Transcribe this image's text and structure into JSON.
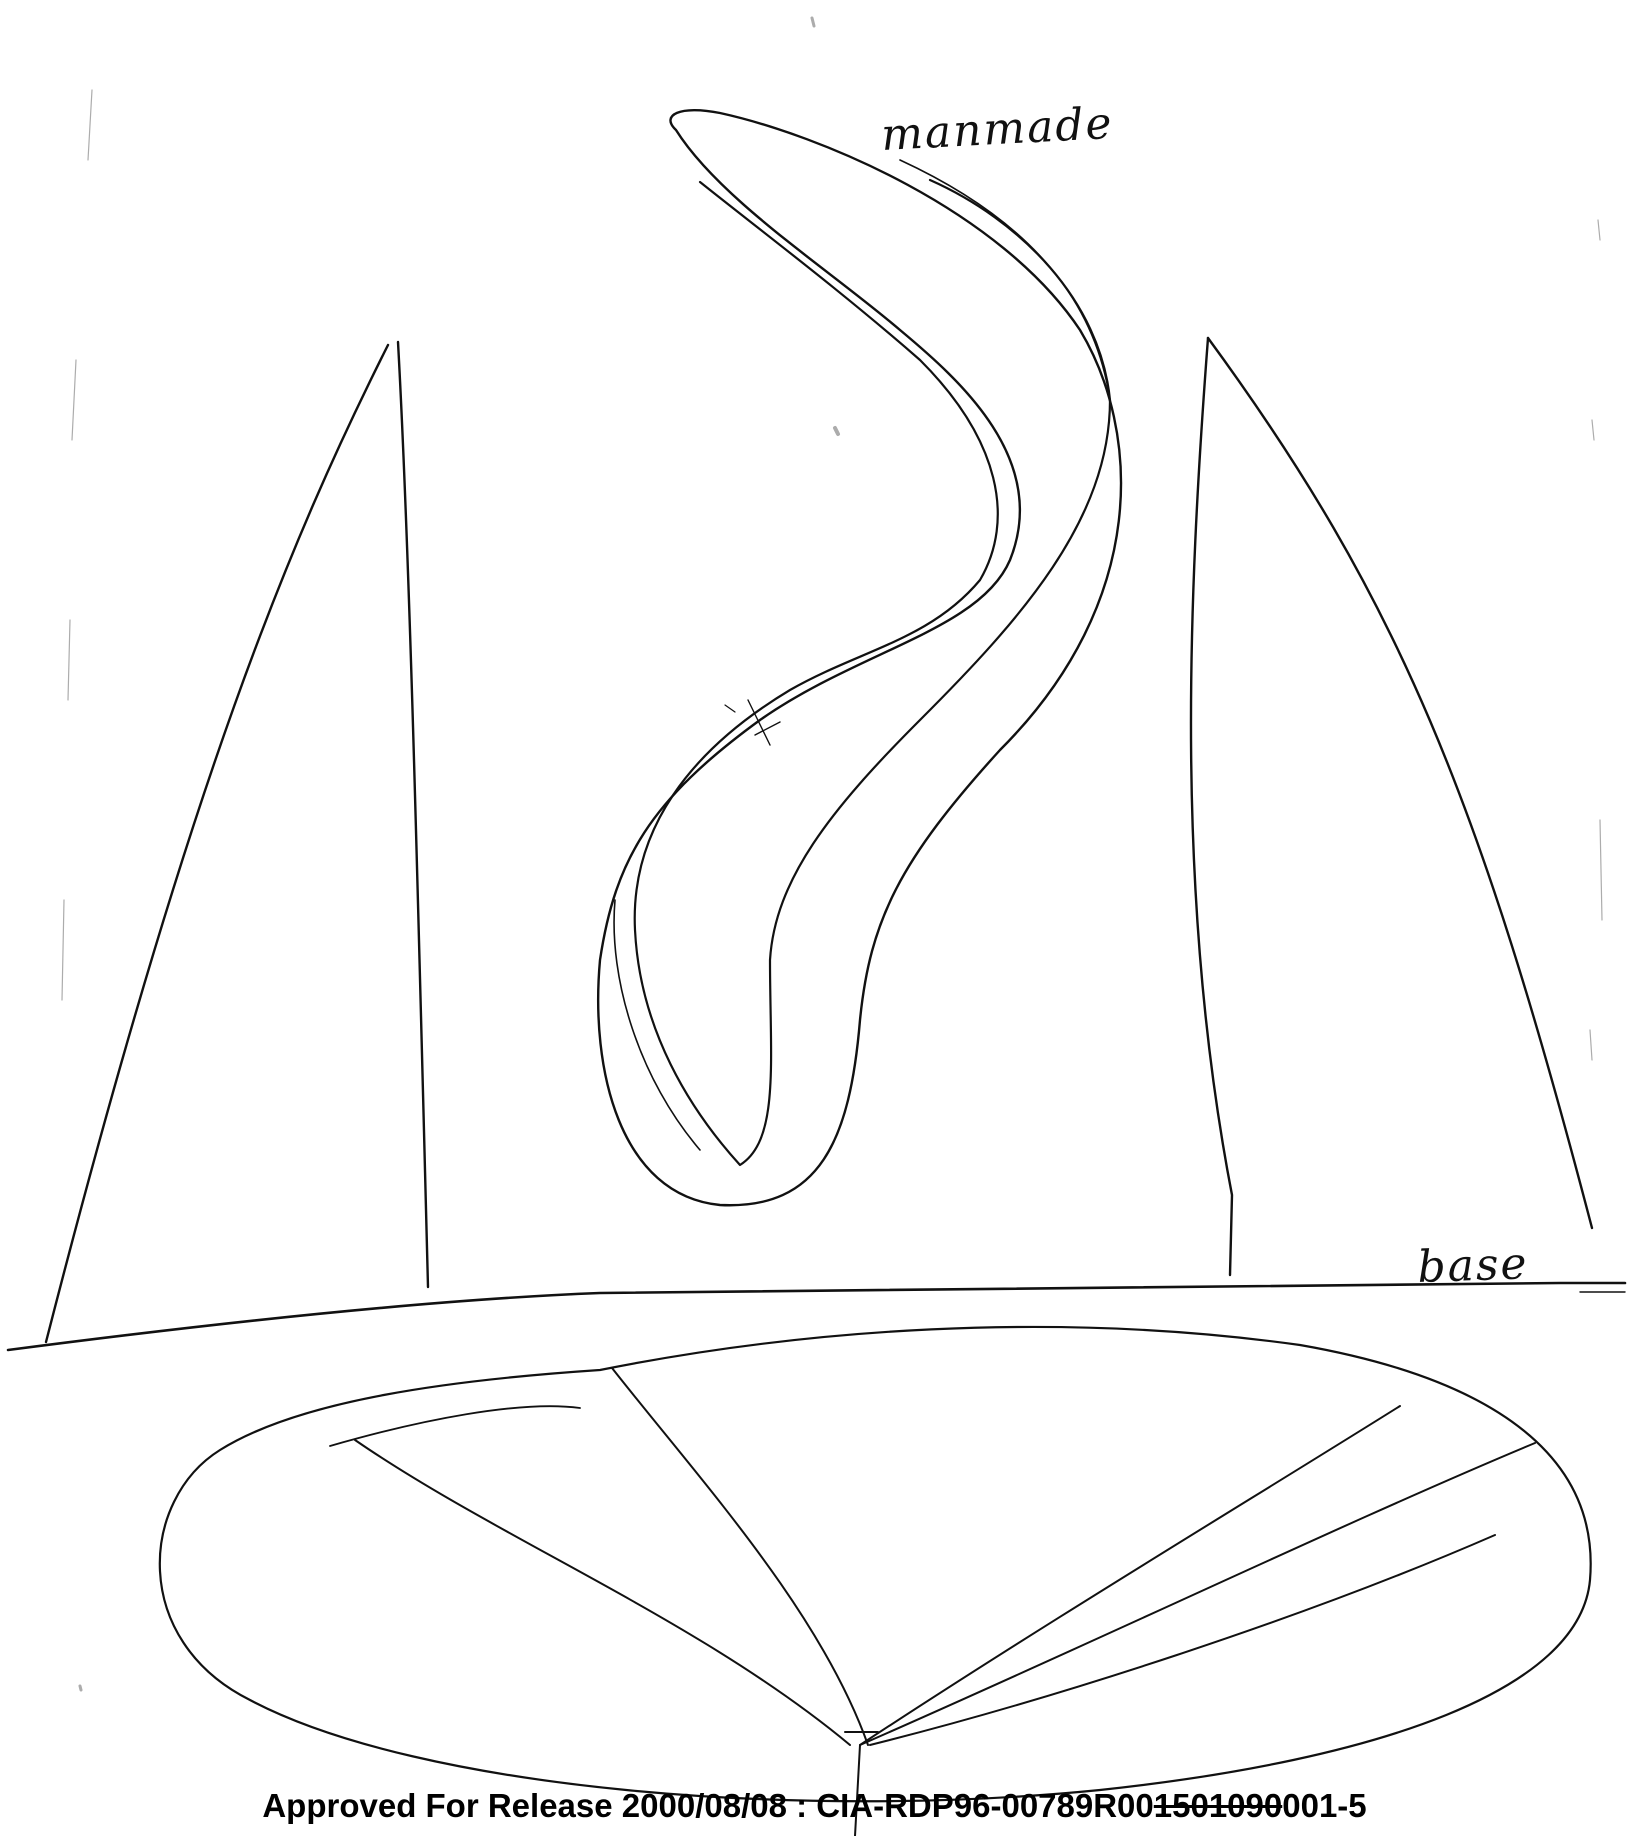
{
  "labels": {
    "top_label": "manmade",
    "base_label": "base"
  },
  "footer": {
    "prefix": "Approved For Release 2000/08/08 : CIA-RDP96-00789R00",
    "struck": "1501090",
    "suffix": "001-5"
  },
  "colors": {
    "ink": "#111111",
    "paper": "#ffffff"
  }
}
